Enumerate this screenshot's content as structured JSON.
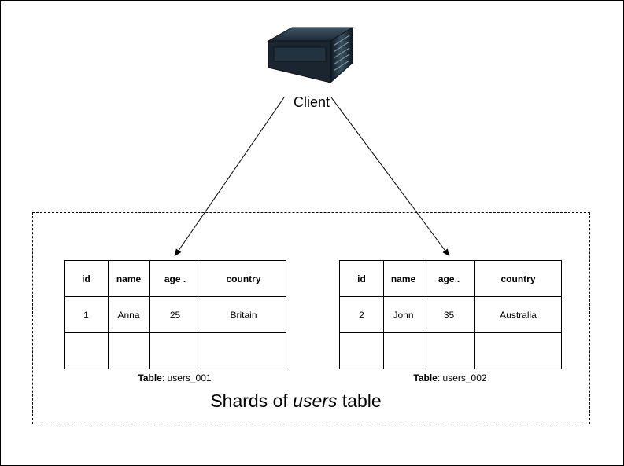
{
  "client": {
    "label": "Client",
    "icon": "server-icon"
  },
  "shards": [
    {
      "headers": [
        "id",
        "name",
        "age .",
        "country"
      ],
      "rows": [
        [
          "1",
          "Anna",
          "25",
          "Britain"
        ],
        [
          "",
          "",
          "",
          ""
        ]
      ],
      "caption_prefix": "Table",
      "caption_name": ": users_001"
    },
    {
      "headers": [
        "id",
        "name",
        "age .",
        "country"
      ],
      "rows": [
        [
          "2",
          "John",
          "35",
          "Australia"
        ],
        [
          "",
          "",
          "",
          ""
        ]
      ],
      "caption_prefix": "Table",
      "caption_name": ": users_002"
    }
  ],
  "title": {
    "before": "Shards of ",
    "emphasis": "users",
    "after": " table"
  }
}
